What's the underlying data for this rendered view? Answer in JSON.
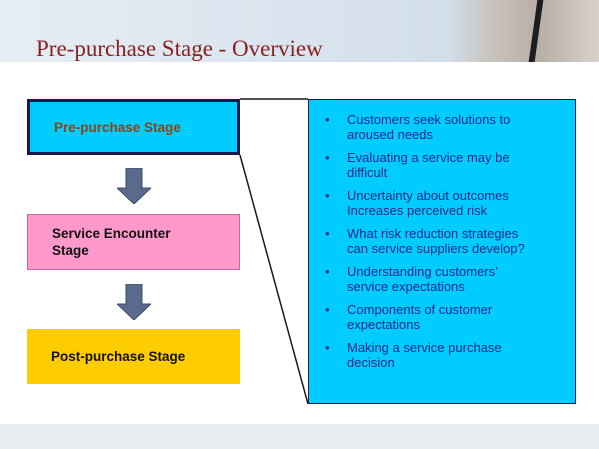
{
  "title": "Pre-purchase Stage - Overview",
  "stages": [
    {
      "label": "Pre-purchase Stage"
    },
    {
      "label_lines": [
        "Service Encounter",
        "Stage"
      ]
    },
    {
      "label": "Post-purchase Stage"
    }
  ],
  "bullet_marker": "•",
  "bullets": [
    {
      "lines": [
        "Customers seek solutions to",
        "aroused needs"
      ]
    },
    {
      "lines": [
        "Evaluating a service may be",
        "difficult"
      ]
    },
    {
      "lines": [
        "Uncertainty about outcomes",
        "Increases perceived risk"
      ]
    },
    {
      "lines": [
        "What risk reduction strategies",
        "can service suppliers develop?"
      ]
    },
    {
      "lines": [
        "Understanding customers’",
        "service expectations"
      ]
    },
    {
      "lines": [
        "Components of customer",
        "expectations"
      ]
    },
    {
      "lines": [
        "Making a service purchase",
        "decision"
      ]
    }
  ],
  "colors": {
    "title": "#8b2020",
    "highlight_box": "#00ccff",
    "encounter_box": "#ff99cc",
    "post_box": "#ffcc00",
    "arrow": "#5a6a8c",
    "bullet_text": "#1a2a8a"
  }
}
